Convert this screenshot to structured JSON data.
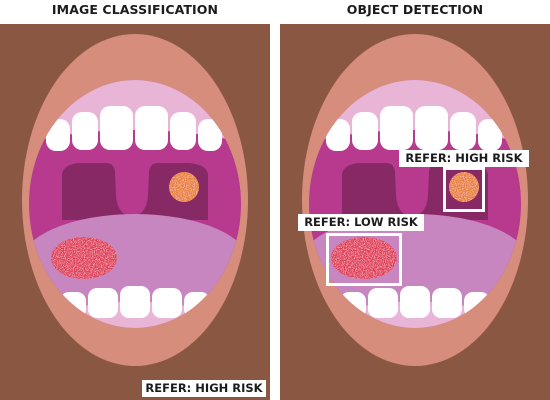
{
  "panels": {
    "left": {
      "title": "IMAGE CLASSIFICATION",
      "label": "REFER: HIGH RISK"
    },
    "right": {
      "title": "OBJECT DETECTION",
      "detections": [
        {
          "label": "REFER: HIGH RISK"
        },
        {
          "label": "REFER: LOW RISK"
        }
      ]
    }
  },
  "colors": {
    "background": "#8a5743",
    "lips": "#d68d7b",
    "gum": "#e8b5d6",
    "throat": "#b73a8e",
    "uvula_dark": "#872964",
    "tongue": "#c786c0",
    "teeth": "#ffffff",
    "lesion_red": "#d8344c",
    "lesion_orange": "#e37b2e"
  }
}
